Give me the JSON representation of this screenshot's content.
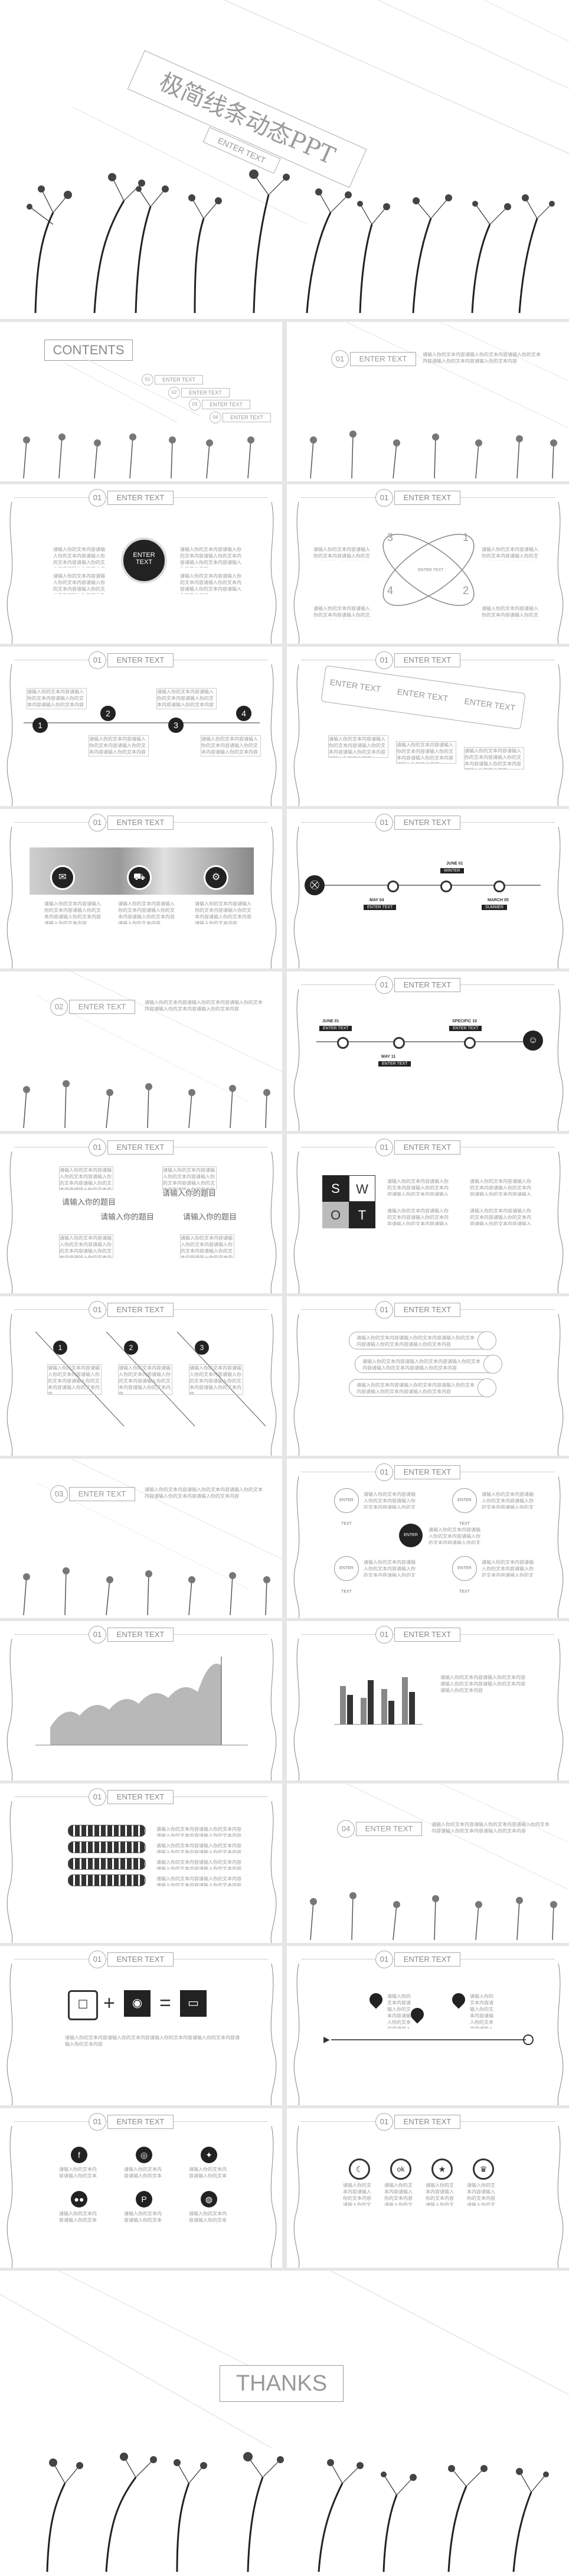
{
  "cover": {
    "title": "极简线条动态PPT",
    "subtitle": "ENTER TEXT"
  },
  "header": {
    "num": "01",
    "label": "ENTER TEXT"
  },
  "contents": {
    "title": "CONTENTS",
    "items": [
      "ENTER TEXT",
      "ENTER TEXT",
      "ENTER TEXT",
      "ENTER TEXT"
    ],
    "nums": [
      "01",
      "02",
      "03",
      "04"
    ]
  },
  "sections": [
    {
      "num": "01",
      "label": "ENTER TEXT"
    },
    {
      "num": "02",
      "label": "ENTER TEXT"
    },
    {
      "num": "03",
      "label": "ENTER TEXT"
    },
    {
      "num": "04",
      "label": "ENTER TEXT"
    }
  ],
  "center_badge": "ENTER TEXT",
  "ellipse_nums": [
    "1",
    "2",
    "3",
    "4"
  ],
  "steps": [
    "1",
    "2",
    "3",
    "4"
  ],
  "slanted_boxes": [
    "ENTER TEXT",
    "ENTER TEXT",
    "ENTER TEXT"
  ],
  "timeline1": {
    "labels": [
      "JUNE 01",
      "MAY 04",
      "MARCH 05"
    ],
    "tags": [
      "WINTER",
      "ENTER TEXT",
      "SUMMER"
    ]
  },
  "timeline2": {
    "labels": [
      "JUNE 01",
      "SPECIFIC 10",
      "MAY 11"
    ],
    "tags": [
      "ENTER TEXT",
      "ENTER TEXT",
      "ENTER TEXT"
    ]
  },
  "swot": [
    "S",
    "W",
    "O",
    "T"
  ],
  "headline": "请输入你的题目",
  "mini_label": "ENTER TEXT",
  "thanks": "THANKS",
  "placeholder": "请输入你的文本内容请输入你的文本内容请输入你的文本内容请输入你的文本内容请输入你的文本内容"
}
